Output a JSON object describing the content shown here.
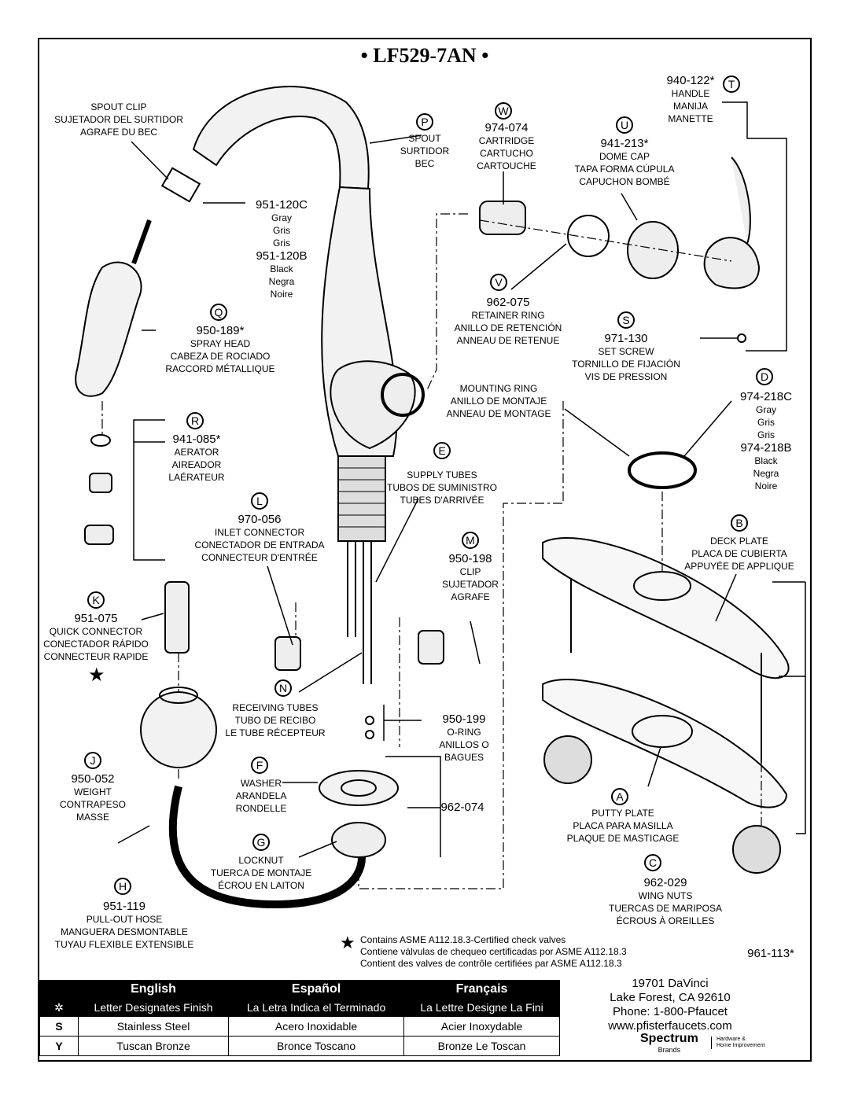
{
  "title": "• LF529-7AN •",
  "labels": {
    "spout_clip": [
      "SPOUT CLIP",
      "SUJETADOR DEL SURTIDOR",
      "AGRAFE DU BEC"
    ],
    "spout": {
      "letter": "P",
      "lines": [
        "SPOUT",
        "SURTIDOR",
        "BEC"
      ]
    },
    "cartridge": {
      "letter": "W",
      "part": "974-074",
      "lines": [
        "CARTRIDGE",
        "CARTUCHO",
        "CARTOUCHE"
      ]
    },
    "handle": {
      "letter": "T",
      "part": "940-122*",
      "lines": [
        "HANDLE",
        "MANIJA",
        "MANETTE"
      ]
    },
    "dome_cap": {
      "letter": "U",
      "part": "941-213*",
      "lines": [
        "DOME CAP",
        "TAPA FORMA CÚPULA",
        "CAPUCHON BOMBÉ"
      ]
    },
    "hose_color": {
      "part1": "951-120C",
      "c1": [
        "Gray",
        "Gris",
        "Gris"
      ],
      "part2": "951-120B",
      "c2": [
        "Black",
        "Negra",
        "Noire"
      ]
    },
    "retainer": {
      "letter": "V",
      "part": "962-075",
      "lines": [
        "RETAINER RING",
        "ANILLO DE RETENCIÓN",
        "ANNEAU DE RETENUE"
      ]
    },
    "spray_head": {
      "letter": "Q",
      "part": "950-189*",
      "lines": [
        "SPRAY HEAD",
        "CABEZA DE ROCIADO",
        "RACCORD MÉTALLIQUE"
      ]
    },
    "set_screw": {
      "letter": "S",
      "part": "971-130",
      "lines": [
        "SET SCREW",
        "TORNILLO DE FIJACIÓN",
        "VIS DE PRESSION"
      ]
    },
    "mounting_ring": {
      "lines": [
        "MOUNTING RING",
        "ANILLO DE MONTAJE",
        "ANNEAU DE MONTAGE"
      ]
    },
    "ring_color": {
      "letter": "D",
      "part1": "974-218C",
      "c1": [
        "Gray",
        "Gris",
        "Gris"
      ],
      "part2": "974-218B",
      "c2": [
        "Black",
        "Negra",
        "Noire"
      ]
    },
    "aerator": {
      "letter": "R",
      "part": "941-085*",
      "lines": [
        "AERATOR",
        "AIREADOR",
        "LAÉRATEUR"
      ]
    },
    "supply_tubes": {
      "letter": "E",
      "lines": [
        "SUPPLY TUBES",
        "TUBOS DE SUMINISTRO",
        "TUBES D'ARRIVÉE"
      ]
    },
    "inlet": {
      "letter": "L",
      "part": "970-056",
      "lines": [
        "INLET CONNECTOR",
        "CONECTADOR DE ENTRADA",
        "CONNECTEUR D'ENTRÉE"
      ]
    },
    "clip": {
      "letter": "M",
      "part": "950-198",
      "lines": [
        "CLIP",
        "SUJETADOR",
        "AGRAFE"
      ]
    },
    "deck_plate": {
      "letter": "B",
      "lines": [
        "DECK PLATE",
        "PLACA DE CUBIERTA",
        "APPUYÉE DE APPLIQUE"
      ]
    },
    "quick": {
      "letter": "K",
      "part": "951-075",
      "lines": [
        "QUICK CONNECTOR",
        "CONECTADOR RÁPIDO",
        "CONNECTEUR RAPIDE"
      ]
    },
    "receiving": {
      "letter": "N",
      "lines": [
        "RECEIVING TUBES",
        "TUBO DE RECIBO",
        "LE TUBE RÉCEPTEUR"
      ]
    },
    "oring": {
      "part": "950-199",
      "lines": [
        "O-RING",
        "ANILLOS O",
        "BAGUES"
      ]
    },
    "weight": {
      "letter": "J",
      "part": "950-052",
      "lines": [
        "WEIGHT",
        "CONTRAPESO",
        "MASSE"
      ]
    },
    "washer": {
      "letter": "F",
      "lines": [
        "WASHER",
        "ARANDELA",
        "RONDELLE"
      ]
    },
    "kit": {
      "part": "962-074"
    },
    "putty": {
      "letter": "A",
      "lines": [
        "PUTTY PLATE",
        "PLACA PARA MASILLA",
        "PLAQUE DE MASTICAGE"
      ]
    },
    "locknut": {
      "letter": "G",
      "lines": [
        "LOCKNUT",
        "TUERCA DE MONTAJE",
        "ÉCROU EN LAITON"
      ]
    },
    "wing": {
      "letter": "C",
      "part": "962-029",
      "lines": [
        "WING NUTS",
        "TUERCAS DE MARIPOSA",
        "ÉCROUS À OREILLES"
      ]
    },
    "hose": {
      "letter": "H",
      "part": "951-119",
      "lines": [
        "PULL-OUT HOSE",
        "MANGUERA DESMONTABLE",
        "TUYAU FLEXIBLE EXTENSIBLE"
      ]
    },
    "assembly": {
      "part": "961-113*"
    }
  },
  "note": [
    "Contains ASME A112.18.3-Certified check valves",
    "Contiene válvulas de chequeo certificadas por ASME A112.18.3",
    "Contient des valves de contrôle certifiées par ASME A112.18.3"
  ],
  "legend": {
    "headers": [
      "English",
      "Español",
      "Français"
    ],
    "subheaders": [
      "Letter Designates Finish",
      "La Letra Indica el Terminado",
      "La Lettre Designe La Fini"
    ],
    "rows": [
      {
        "code": "S",
        "cells": [
          "Stainless Steel",
          "Acero Inoxidable",
          "Acier Inoxydable"
        ]
      },
      {
        "code": "Y",
        "cells": [
          "Tuscan Bronze",
          "Bronce Toscano",
          "Bronze Le Toscan"
        ]
      }
    ]
  },
  "address": [
    "19701 DaVinci",
    "Lake Forest, CA 92610",
    "Phone: 1-800-Pfaucet",
    "www.pfisterfaucets.com"
  ],
  "brand": {
    "name": "Spectrum",
    "sub": "Brands",
    "tag": [
      "Hardware &",
      "Home Improvement"
    ]
  }
}
